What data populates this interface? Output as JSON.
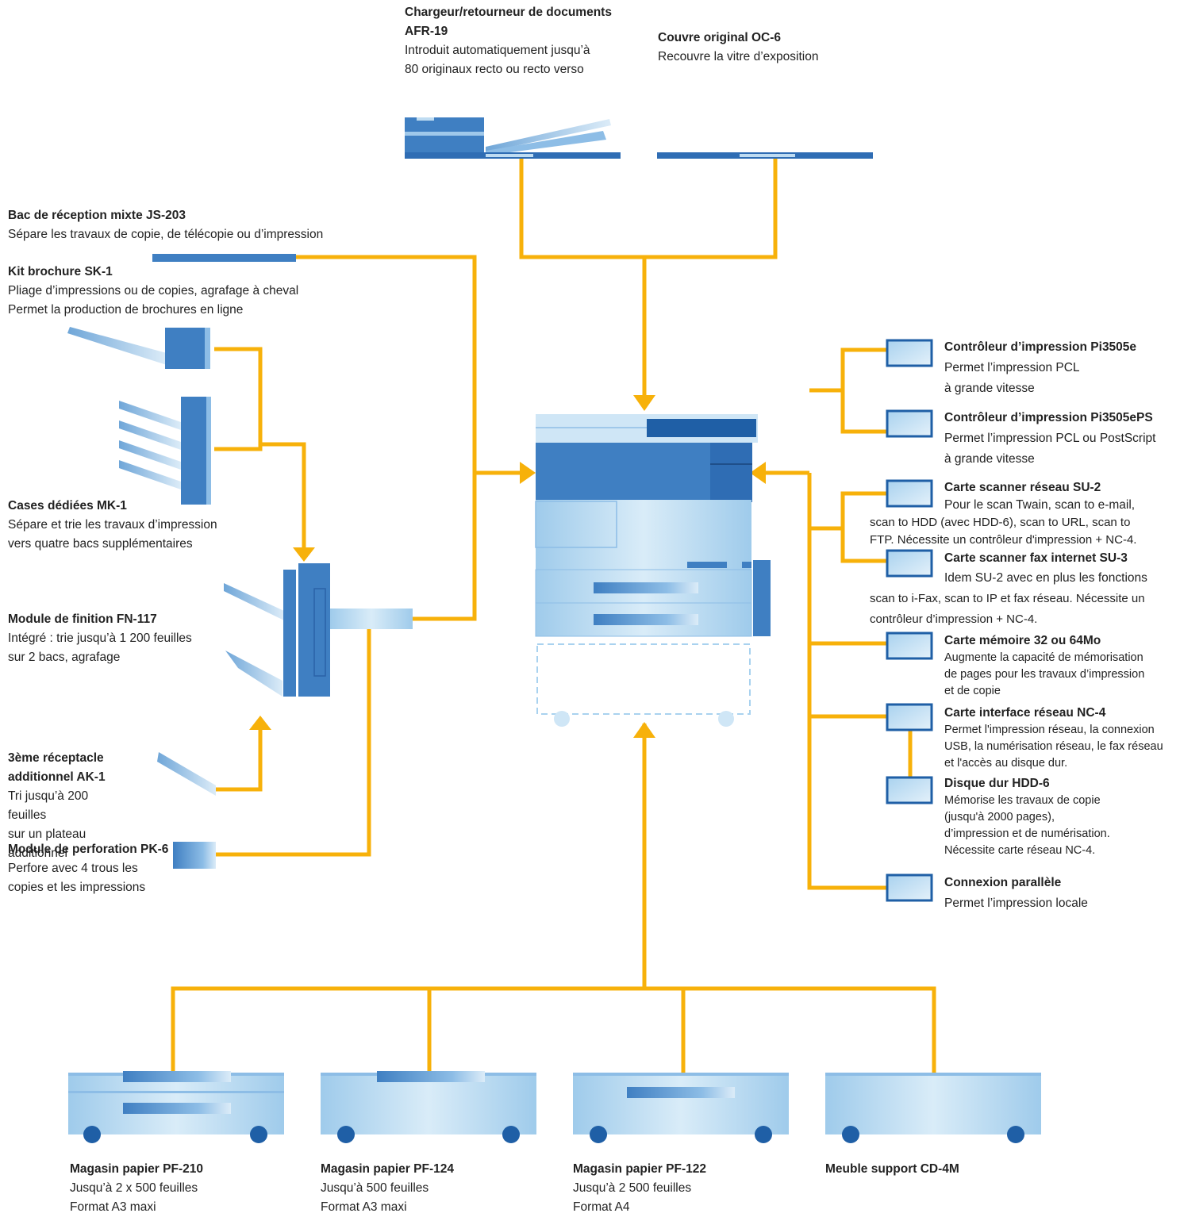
{
  "options": {
    "afr": {
      "title": "Chargeur/retourneur de documents AFR-19",
      "desc": [
        "Introduit automatiquement jusqu’à",
        "80 originaux recto ou recto verso"
      ]
    },
    "oc": {
      "title": "Couvre original OC-6",
      "desc": [
        "Recouvre la vitre d’exposition"
      ]
    },
    "js": {
      "title": "Bac de réception mixte JS-203",
      "desc": [
        "Sépare les travaux de copie, de télécopie ou d’impression"
      ]
    },
    "sk": {
      "title": "Kit brochure SK-1",
      "desc": [
        "Pliage d’impressions ou de copies, agrafage à cheval",
        "Permet la production de brochures en ligne"
      ]
    },
    "mk": {
      "title": "Cases dédiées MK-1",
      "desc": [
        "Sépare et trie les travaux d’impression",
        "vers quatre bacs supplémentaires"
      ]
    },
    "fn": {
      "title": "Module de finition FN-117",
      "desc": [
        "Intégré : trie jusqu’à 1 200 feuilles",
        "sur 2 bacs, agrafage"
      ]
    },
    "ak": {
      "title": "3ème réceptacle additionnel AK-1",
      "desc": [
        "Tri jusqu’à 200 feuilles",
        "sur un plateau additionnel"
      ]
    },
    "pk": {
      "title": "Module de perforation PK-6",
      "desc": [
        "Perfore avec 4 trous les",
        "copies et les impressions"
      ]
    },
    "pi": {
      "title": "Contrôleur d’impression Pi3505e",
      "desc": [
        "Permet l’impression PCL",
        "à grande vitesse"
      ]
    },
    "pips": {
      "title": "Contrôleur d’impression Pi3505ePS",
      "desc": [
        "Permet l’impression PCL ou PostScript",
        "à grande vitesse"
      ]
    },
    "su2": {
      "title": "Carte scanner réseau SU-2",
      "desc": [
        "Pour le scan Twain, scan to e-mail,",
        "scan to HDD (avec HDD-6), scan to URL, scan to",
        "FTP. Nécessite un contrôleur d'impression + NC-4."
      ]
    },
    "su3": {
      "title": "Carte  scanner fax internet SU-3",
      "desc": [
        "Idem SU-2 avec en plus les fonctions",
        "scan to i-Fax, scan to IP et fax réseau. Nécessite un",
        "contrôleur d’impression + NC-4."
      ]
    },
    "mem": {
      "title": "Carte mémoire 32 ou 64Mo",
      "desc": [
        "Augmente la capacité de mémorisation",
        "de pages pour les travaux d’impression",
        "et de copie"
      ]
    },
    "nc4": {
      "title": "Carte interface réseau NC-4",
      "desc": [
        "Permet l'impression réseau, la connexion",
        "USB, la numérisation réseau, le fax réseau",
        "et l'accès au disque dur."
      ]
    },
    "hdd": {
      "title": "Disque dur HDD-6",
      "desc": [
        "Mémorise les travaux de copie",
        "(jusqu'à 2000 pages),",
        "d’impression et de numérisation.",
        "Nécessite carte réseau NC-4."
      ]
    },
    "par": {
      "title": "Connexion parallèle",
      "desc": [
        "Permet l’impression locale"
      ]
    },
    "pf210": {
      "title": "Magasin papier PF-210",
      "desc": [
        "Jusqu’à 2 x 500 feuilles",
        "Format A3 maxi"
      ]
    },
    "pf124": {
      "title": "Magasin papier PF-124",
      "desc": [
        "Jusqu’à 500 feuilles",
        "Format A3 maxi"
      ]
    },
    "pf122": {
      "title": "Magasin papier PF-122",
      "desc": [
        "Jusqu’à 2 500 feuilles",
        "Format A4"
      ]
    },
    "cd4m": {
      "title": "Meuble support CD-4M",
      "desc": []
    }
  },
  "colors": {
    "connector": "#f7b10a",
    "device_dark": "#3f7fc2",
    "device_light": "#bfdcf2",
    "device_mid": "#6fa6d8",
    "navy": "#1f5fa6"
  }
}
